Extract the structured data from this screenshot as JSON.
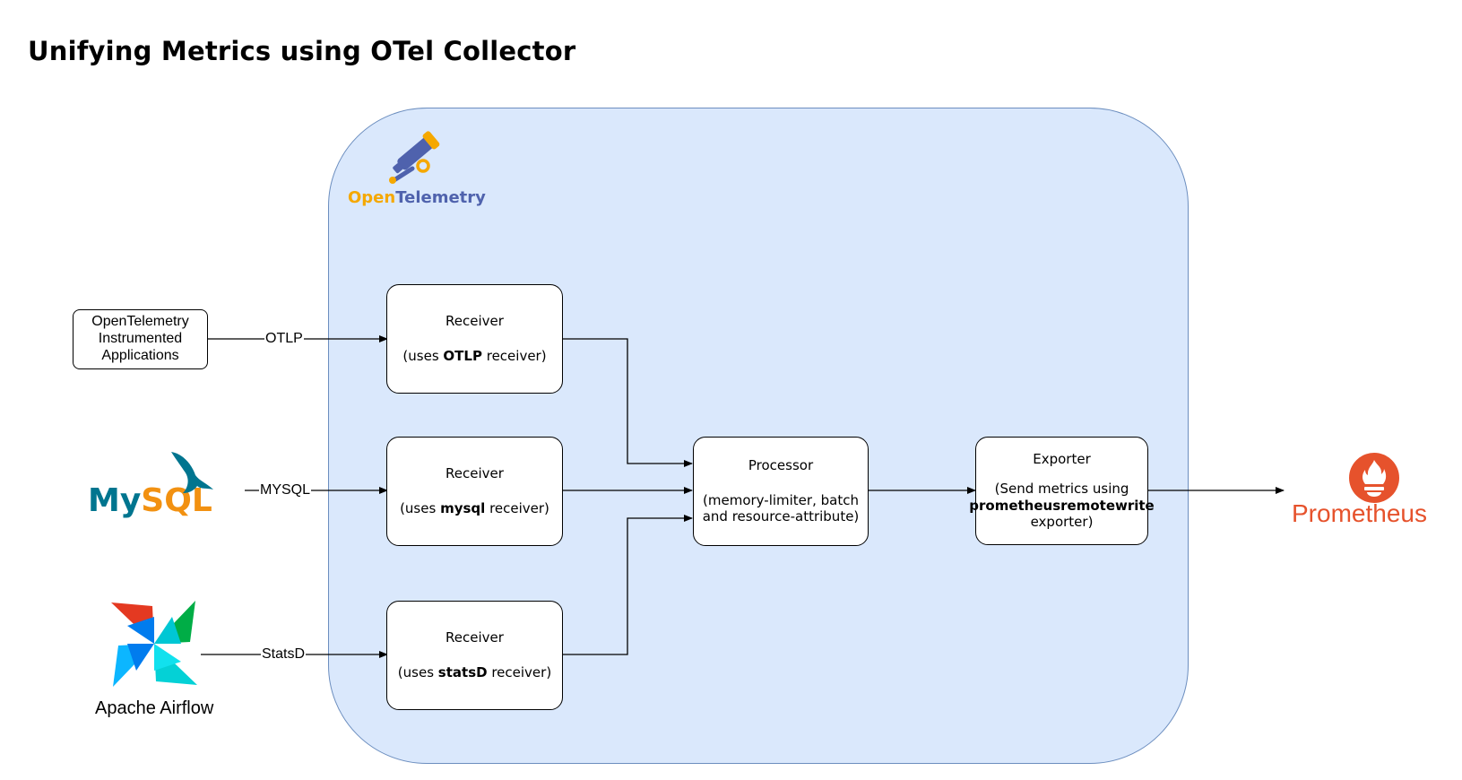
{
  "title": "Unifying Metrics using OTel Collector",
  "colors": {
    "collector_fill": "#dae8fc",
    "collector_stroke": "#6c8ebf",
    "prometheus": "#e6522c",
    "otel_orange": "#f5a800",
    "otel_blue": "#4f62ad"
  },
  "otel_logo": {
    "part1": "Open",
    "part2": "Telemetry",
    "icon": "telescope-icon"
  },
  "sources": {
    "otel_apps": "OpenTelemetry Instrumented Applications",
    "mysql": "MySQL",
    "airflow": "Apache Airflow"
  },
  "edges": {
    "otlp": "OTLP",
    "mysql": "MYSQL",
    "statsd": "StatsD"
  },
  "receivers": [
    {
      "title": "Receiver",
      "pre": "(uses ",
      "bold": "OTLP",
      "post": " receiver)"
    },
    {
      "title": "Receiver",
      "pre": "(uses ",
      "bold": "mysql",
      "post": " receiver)"
    },
    {
      "title": "Receiver",
      "pre": "(uses ",
      "bold": "statsD",
      "post": " receiver)"
    }
  ],
  "processor": {
    "title": "Processor",
    "desc": "(memory-limiter, batch and resource-attribute)"
  },
  "exporter": {
    "title": "Exporter",
    "pre": "(Send metrics using",
    "bold": "prometheusremotewrite",
    "post": "exporter)"
  },
  "destination": "Prometheus"
}
